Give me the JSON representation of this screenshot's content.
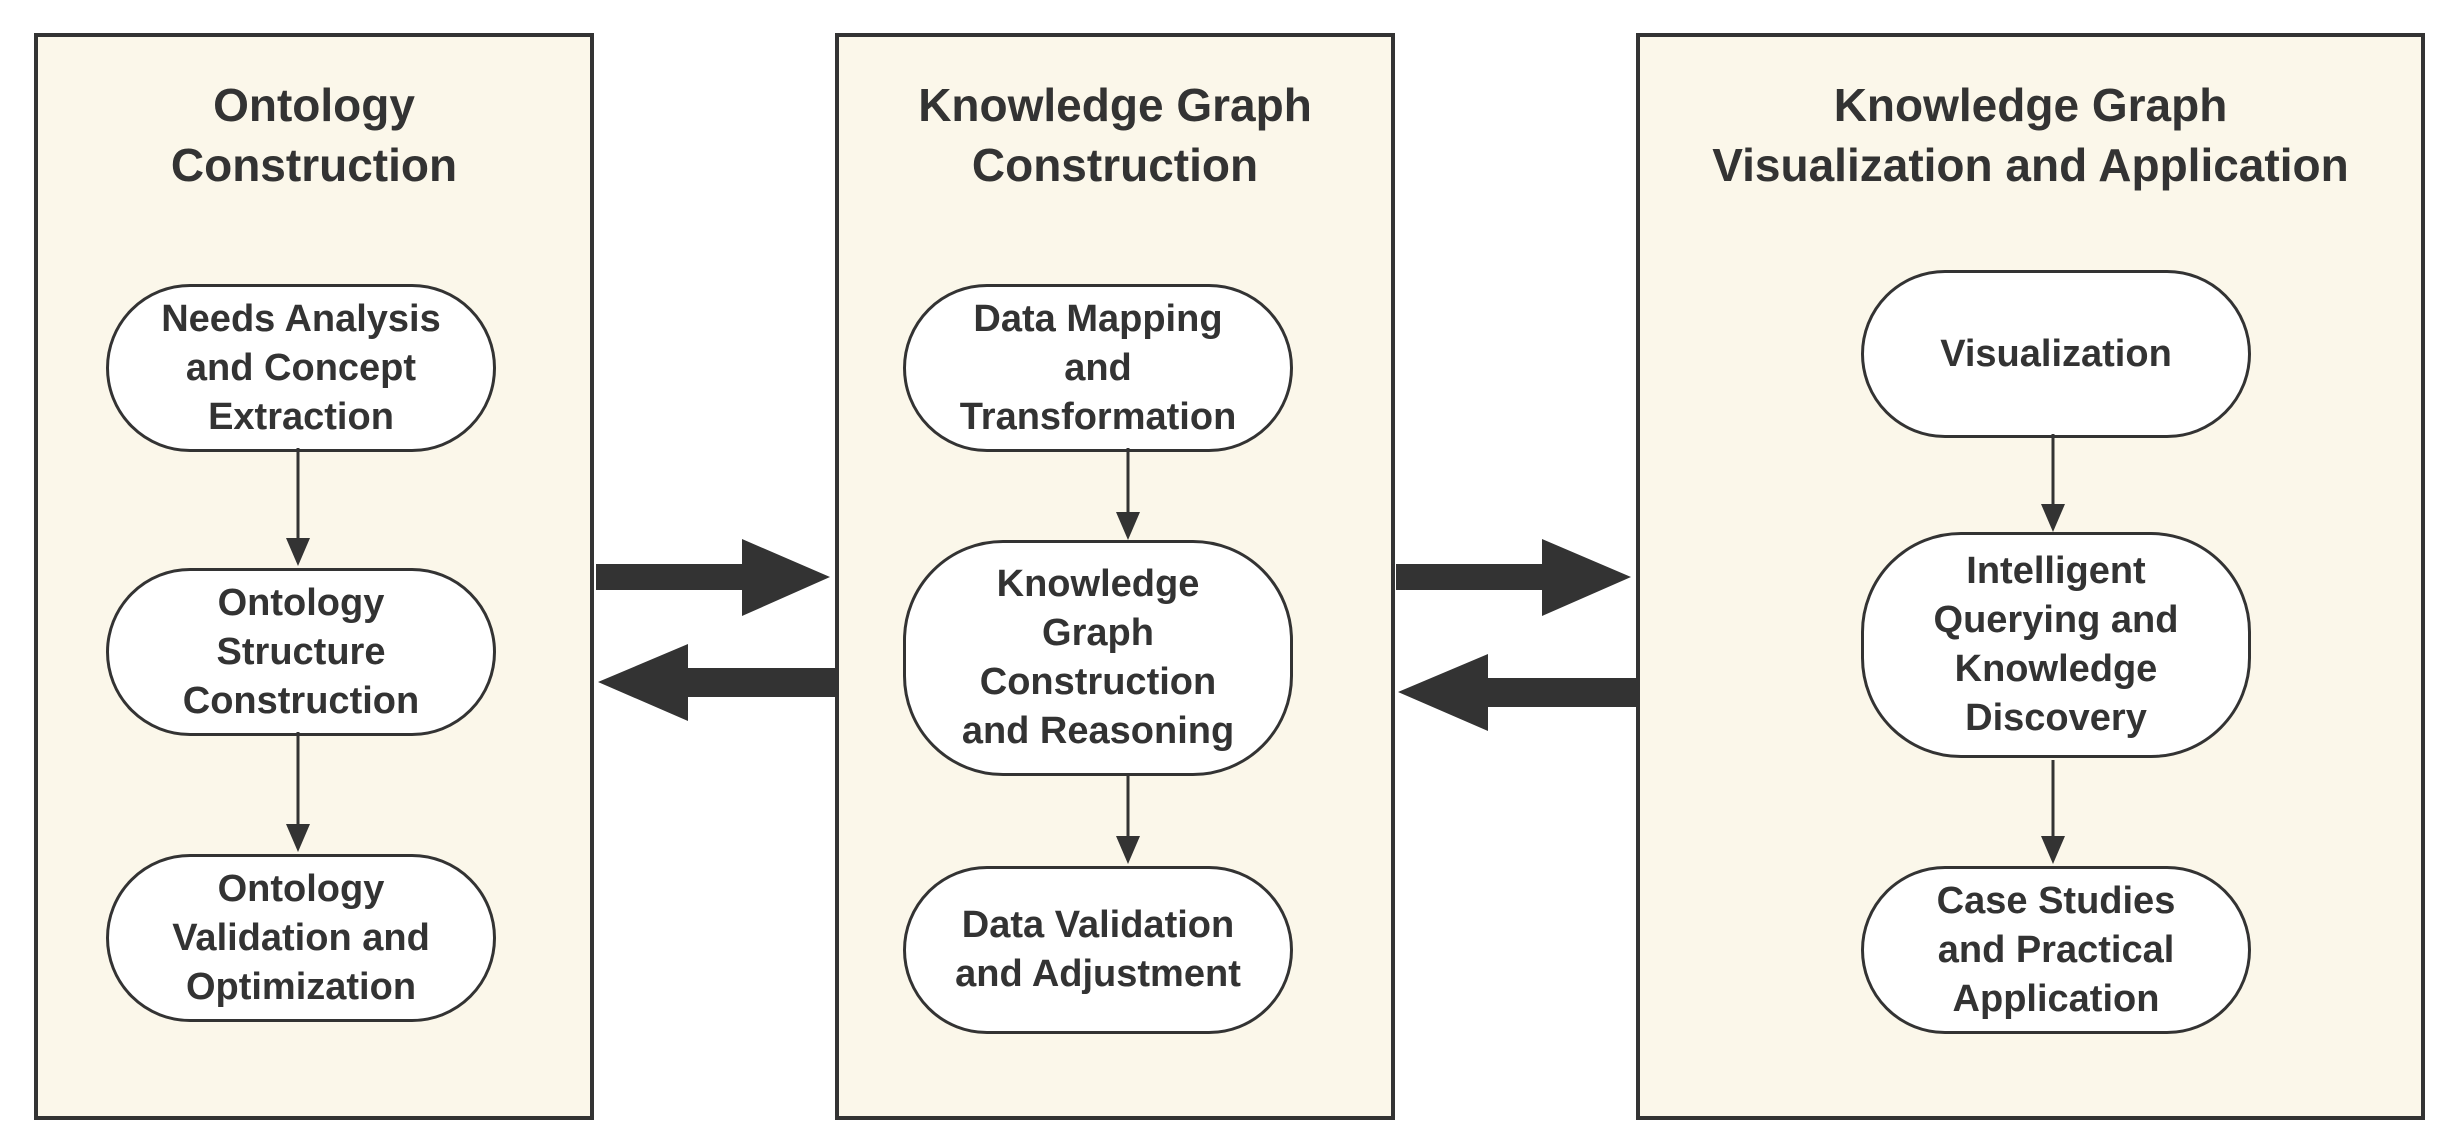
{
  "colors": {
    "panel_fill": "#fbf7ea",
    "stroke": "#333333",
    "node_fill": "#ffffff"
  },
  "panels": [
    {
      "title": "Ontology\nConstruction",
      "nodes": [
        "Needs Analysis\nand Concept\nExtraction",
        "Ontology\nStructure\nConstruction",
        "Ontology\nValidation and\nOptimization"
      ]
    },
    {
      "title": "Knowledge Graph\nConstruction",
      "nodes": [
        "Data Mapping\nand\nTransformation",
        "Knowledge\nGraph\nConstruction\nand Reasoning",
        "Data Validation\nand Adjustment"
      ]
    },
    {
      "title": "Knowledge Graph\nVisualization and Application",
      "nodes": [
        "Visualization",
        "Intelligent\nQuerying and\nKnowledge\nDiscovery",
        "Case Studies\nand Practical\nApplication"
      ]
    }
  ]
}
